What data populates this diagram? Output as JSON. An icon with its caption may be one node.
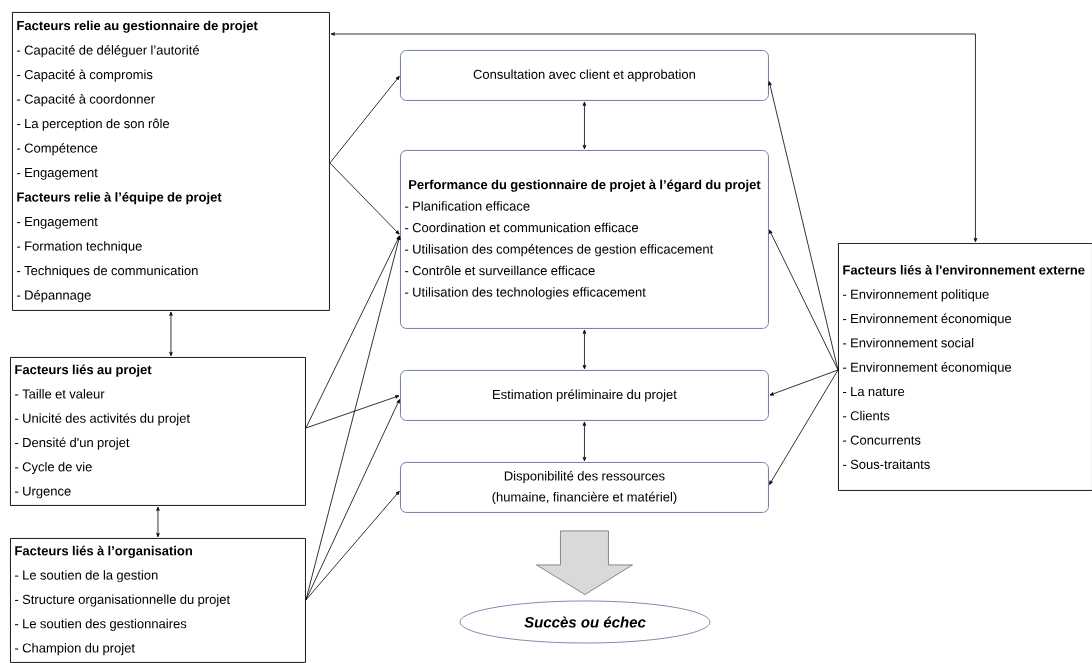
{
  "diagram": {
    "nodes": [
      {
        "text": [
          "Facteurs relie au gestionnaire de projet",
          "- Capacité de déléguer l’autorité",
          "- Capacité à compromis",
          "- Capacité à coordonner",
          "- La perception de son rôle",
          "- Compétence",
          "- Engagement",
          "Facteurs relie à l’équipe de projet",
          "- Engagement",
          "- Formation technique",
          "- Techniques de communication",
          "- Dépannage"
        ]
      },
      {
        "text": [
          "Facteurs liés au projet",
          "- Taille et valeur",
          "- Unicité des activités du projet",
          "- Densité d'un projet",
          "- Cycle de vie",
          "- Urgence"
        ]
      },
      {
        "text": [
          "Facteurs liés à l’organisation",
          "- Le soutien de la gestion",
          "- Structure organisationnelle du projet",
          "- Le soutien des gestionnaires",
          "- Champion du projet"
        ]
      },
      {
        "text": [
          "Consultation avec client et approbation"
        ]
      },
      {
        "text": [
          "Performance du gestionnaire de projet à l’égard du projet",
          "- Planification efficace",
          "- Coordination et communication efficace",
          "- Utilisation des compétences de gestion efficacement",
          "- Contrôle et surveillance efficace",
          "- Utilisation des technologies efficacement"
        ]
      },
      {
        "text": [
          "Estimation préliminaire du projet"
        ]
      },
      {
        "text": [
          "Disponibilité des ressources (humaine, financière et matériel)"
        ]
      },
      {
        "text": [
          "Succès ou échec"
        ]
      },
      {
        "text": [
          "Facteurs liés à l'environnement externe",
          "- Environnement politique",
          "- Environnement économique",
          "- Environnement social",
          "- Environnement économique",
          "- La nature",
          "- Clients",
          "- Concurrents",
          "- Sous-traitants"
        ]
      }
    ],
    "edges": [
      {
        "from": 0,
        "to": 3,
        "arrow": "to"
      },
      {
        "from": 0,
        "to": 4,
        "arrow": "to"
      },
      {
        "from": 0,
        "to": 1,
        "arrow": "both"
      },
      {
        "from": 1,
        "to": 4,
        "arrow": "to"
      },
      {
        "from": 1,
        "to": 5,
        "arrow": "to"
      },
      {
        "from": 1,
        "to": 2,
        "arrow": "both"
      },
      {
        "from": 2,
        "to": 4,
        "arrow": "to"
      },
      {
        "from": 2,
        "to": 5,
        "arrow": "to"
      },
      {
        "from": 2,
        "to": 6,
        "arrow": "to"
      },
      {
        "from": 3,
        "to": 4,
        "arrow": "both"
      },
      {
        "from": 4,
        "to": 5,
        "arrow": "both"
      },
      {
        "from": 5,
        "to": 6,
        "arrow": "both"
      },
      {
        "from": 8,
        "to": 3,
        "arrow": "to"
      },
      {
        "from": 8,
        "to": 4,
        "arrow": "to"
      },
      {
        "from": 8,
        "to": 5,
        "arrow": "to"
      },
      {
        "from": 8,
        "to": 6,
        "arrow": "to"
      },
      {
        "from": 0,
        "to": 8,
        "arrow": "both"
      },
      {
        "from": 6,
        "to": 7,
        "arrow": "to",
        "style": "thick",
        "color": "#d9d9d9"
      }
    ]
  }
}
